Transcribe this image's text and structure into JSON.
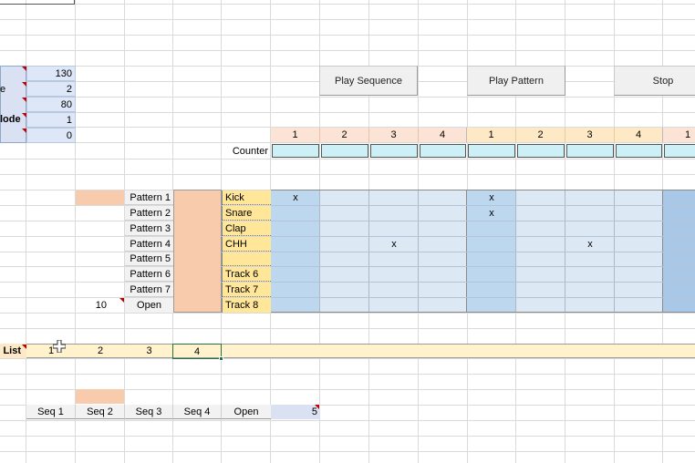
{
  "settings": {
    "label_1": "e",
    "label_2": "lode",
    "values": [
      "130",
      "2",
      "80",
      "1",
      "0"
    ]
  },
  "buttons": {
    "play_sequence": "Play Sequence",
    "play_pattern": "Play Pattern",
    "stop": "Stop"
  },
  "step_header": [
    "1",
    "2",
    "3",
    "4",
    "1",
    "2",
    "3",
    "4",
    "1"
  ],
  "counter_label": "Counter",
  "patterns": [
    "Pattern 1",
    "Pattern 2",
    "Pattern 3",
    "Pattern 4",
    "Pattern 5",
    "Pattern 6",
    "Pattern 7"
  ],
  "pattern_open": "Open",
  "pattern_number": "10",
  "tracks": [
    "Kick",
    "Snare",
    "Clap",
    "CHH",
    "",
    "Track 6",
    "Track 7",
    "Track 8"
  ],
  "grid_marks": {
    "kick_step1": "x",
    "kick_step5": "x",
    "snare_step5": "x",
    "chh_step3": "x",
    "chh_step7": "x"
  },
  "list": {
    "label": "List",
    "items": [
      "1",
      "2",
      "3",
      "4"
    ]
  },
  "sequences": [
    "Seq 1",
    "Seq 2",
    "Seq 3",
    "Seq 4"
  ],
  "seq_open": "Open",
  "seq_number": "5"
}
